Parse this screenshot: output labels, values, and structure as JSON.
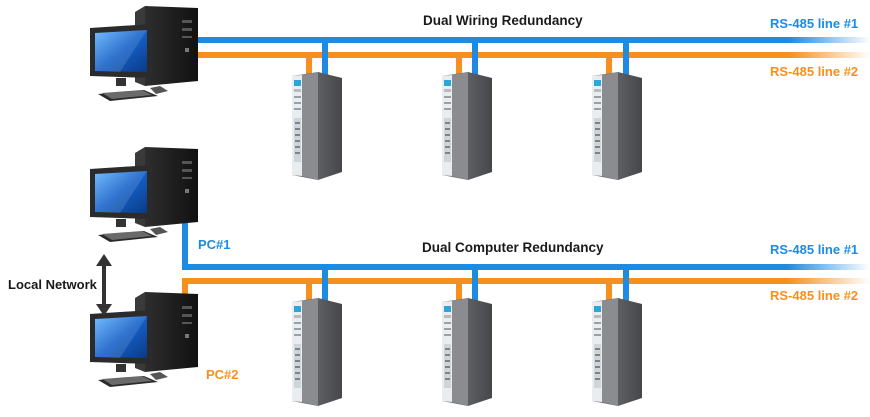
{
  "top_section": {
    "title": "Dual Wiring Redundancy",
    "line1_label": "RS-485 line #1",
    "line2_label": "RS-485 line #2"
  },
  "bottom_section": {
    "title": "Dual Computer Redundancy",
    "line1_label": "RS-485 line #1",
    "line2_label": "RS-485 line #2",
    "pc1_label": "PC#1",
    "pc2_label": "PC#2"
  },
  "network_label": "Local Network",
  "colors": {
    "line1": "#1f8be0",
    "line2": "#f5901e",
    "device_body": "#5d5f63",
    "device_front": "#e9edf0",
    "monitor_frame": "#2b2b2b",
    "screen": "#0f4fa8"
  },
  "icons": [
    "computer-icon",
    "io-module-icon",
    "double-arrow-icon"
  ]
}
